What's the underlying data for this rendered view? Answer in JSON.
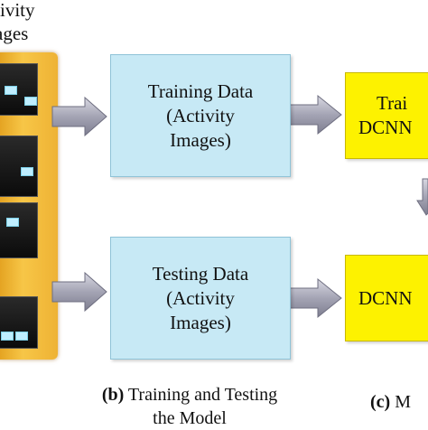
{
  "top_caption": {
    "line1": "ivity",
    "line2": "ages"
  },
  "boxes": {
    "training_data": {
      "line1": "Training Data",
      "line2": "(Activity",
      "line3": "Images)"
    },
    "testing_data": {
      "line1": "Testing Data",
      "line2": "(Activity",
      "line3": "Images)"
    },
    "train_dcnn": {
      "line1": "Trai",
      "line2": "DCNN"
    },
    "dcnn": {
      "line1": "DCNN"
    }
  },
  "captions": {
    "b": {
      "letter": "(b)",
      "line1_rest": " Training and Testing",
      "line2": "the Model"
    },
    "c": {
      "letter": "(c)",
      "rest": " M"
    }
  },
  "colors": {
    "data_box": "#c7e9f5",
    "dcnn_box": "#fdf200",
    "panel": "#f2b732",
    "arrow": "#a9a9b8"
  }
}
